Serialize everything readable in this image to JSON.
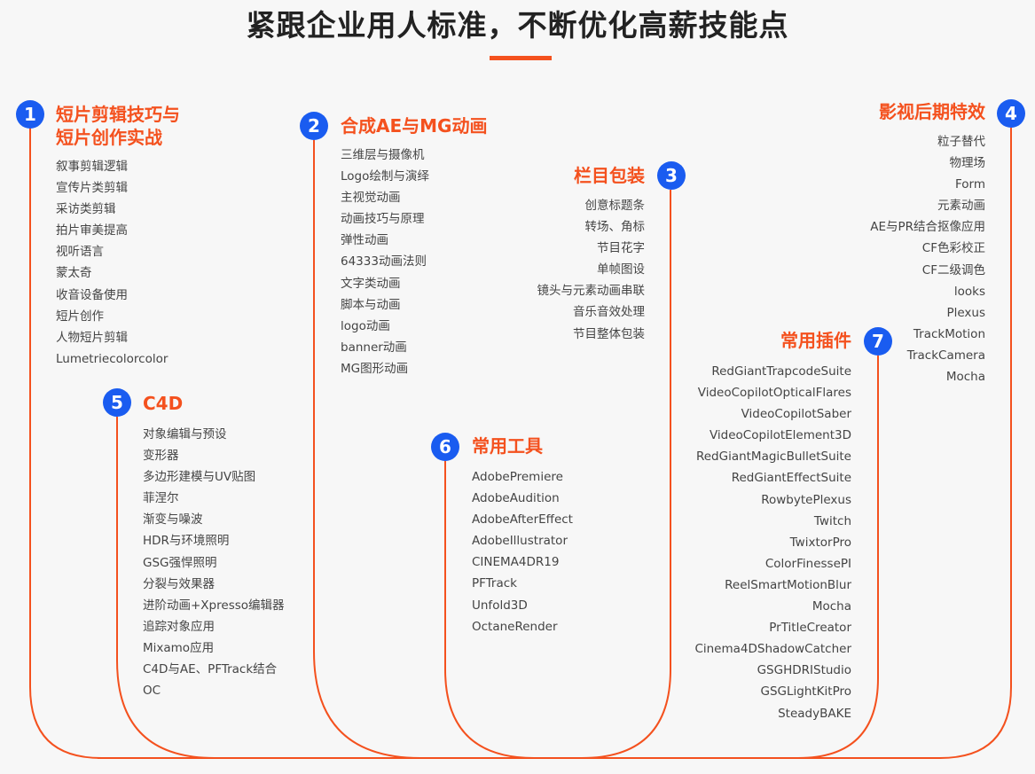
{
  "title": "紧跟企业用人标准，不断优化高薪技能点",
  "colors": {
    "accent": "#f4511e",
    "badge": "#1a5cf0",
    "text": "#444444"
  },
  "sections": [
    {
      "num": "1",
      "title_lines": [
        "短片剪辑技巧与",
        "短片创作实战"
      ],
      "items": [
        "叙事剪辑逻辑",
        "宣传片类剪辑",
        "采访类剪辑",
        "拍片审美提高",
        "视听语言",
        "蒙太奇",
        "收音设备使用",
        "短片创作",
        "人物短片剪辑",
        "Lumetriecolorcolor"
      ]
    },
    {
      "num": "2",
      "title_lines": [
        "合成AE与MG动画"
      ],
      "items": [
        "三维层与摄像机",
        "Logo绘制与演绎",
        "主视觉动画",
        "动画技巧与原理",
        "弹性动画",
        "64333动画法则",
        "文字类动画",
        "脚本与动画",
        "logo动画",
        "banner动画",
        "MG图形动画"
      ]
    },
    {
      "num": "3",
      "title_lines": [
        "栏目包装"
      ],
      "items": [
        "创意标题条",
        "转场、角标",
        "节目花字",
        "单帧图设",
        "镜头与元素动画串联",
        "音乐音效处理",
        "节目整体包装"
      ]
    },
    {
      "num": "4",
      "title_lines": [
        "影视后期特效"
      ],
      "items": [
        "粒子替代",
        "物理场",
        "Form",
        "元素动画",
        "AE与PR结合抠像应用",
        "CF色彩校正",
        "CF二级调色",
        "looks",
        "Plexus",
        "TrackMotion",
        "TrackCamera",
        "Mocha"
      ]
    },
    {
      "num": "5",
      "title_lines": [
        "C4D"
      ],
      "items": [
        "对象编辑与预设",
        "变形器",
        "多边形建模与UV贴图",
        "菲涅尔",
        "渐变与噪波",
        "HDR与环境照明",
        "GSG强悍照明",
        "分裂与效果器",
        "进阶动画+Xpresso编辑器",
        "追踪对象应用",
        "Mixamo应用",
        "C4D与AE、PFTrack结合",
        "OC"
      ]
    },
    {
      "num": "6",
      "title_lines": [
        "常用工具"
      ],
      "items": [
        "AdobePremiere",
        "AdobeAudition",
        "AdobeAfterEffect",
        "AdobeIllustrator",
        "CINEMA4DR19",
        "PFTrack",
        "Unfold3D",
        "OctaneRender"
      ]
    },
    {
      "num": "7",
      "title_lines": [
        "常用插件"
      ],
      "items": [
        "RedGiantTrapcodeSuite",
        "VideoCopilotOpticalFlares",
        "VideoCopilotSaber",
        "VideoCopilotElement3D",
        "RedGiantMagicBulletSuite",
        "RedGiantEffectSuite",
        "RowbytePlexus",
        "Twitch",
        "TwixtorPro",
        "ColorFinessePI",
        "ReelSmartMotionBlur",
        "Mocha",
        "PrTitleCreator",
        "Cinema4DShadowCatcher",
        "GSGHDRIStudio",
        "GSGLightKitPro",
        "SteadyBAKE"
      ]
    }
  ]
}
